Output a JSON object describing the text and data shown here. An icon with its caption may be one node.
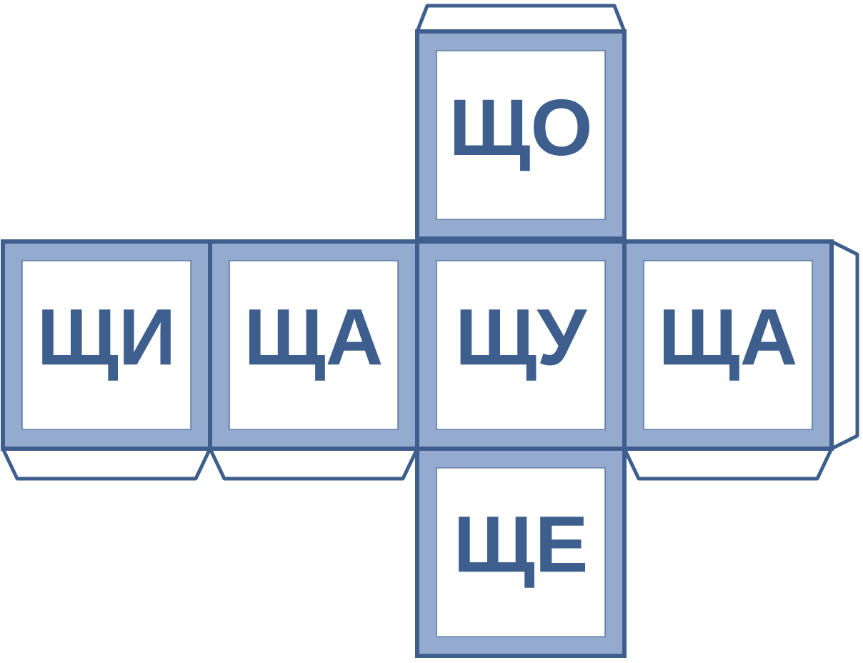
{
  "diagram": {
    "nodes": [
      {
        "text": [
          "ЩО"
        ]
      },
      {
        "text": [
          "ЩИ"
        ]
      },
      {
        "text": [
          "ЩА"
        ]
      },
      {
        "text": [
          "ЩУ"
        ]
      },
      {
        "text": [
          "ЩА"
        ]
      },
      {
        "text": [
          "ЩЕ"
        ]
      }
    ]
  }
}
